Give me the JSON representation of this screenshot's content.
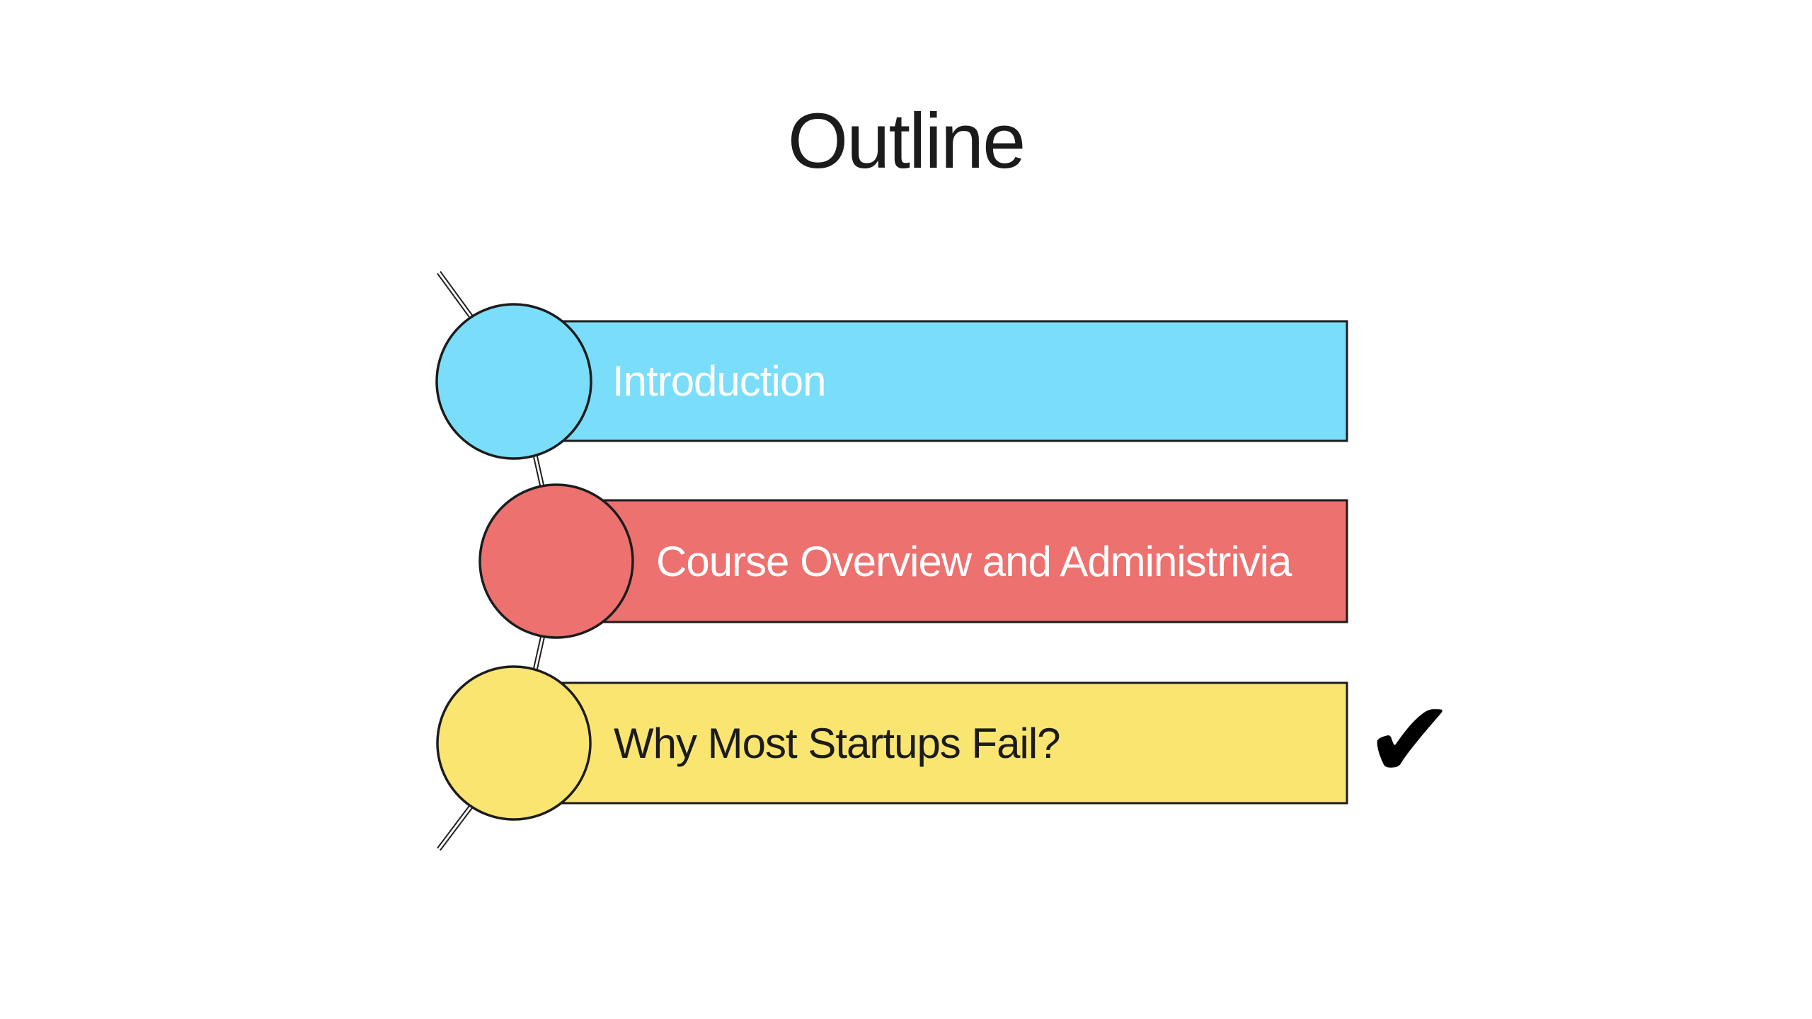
{
  "slide": {
    "title": "Outline",
    "title_color": "#1b1b1b",
    "background": "#ffffff"
  },
  "outline": {
    "items": [
      {
        "label": "Introduction",
        "fill": "#7addf9",
        "text_color": "#ffffff",
        "checked": false
      },
      {
        "label": "Course Overview and Administrivia",
        "fill": "#ed716f",
        "text_color": "#ffffff",
        "checked": false
      },
      {
        "label": "Why Most Startups Fail?",
        "fill": "#fae571",
        "text_color": "#1b1b1b",
        "checked": true
      }
    ],
    "connector_color": "#1f1f1f",
    "shape_outline_color": "#1c1c1c"
  },
  "check": {
    "glyph": "✔",
    "color": "#000000"
  }
}
